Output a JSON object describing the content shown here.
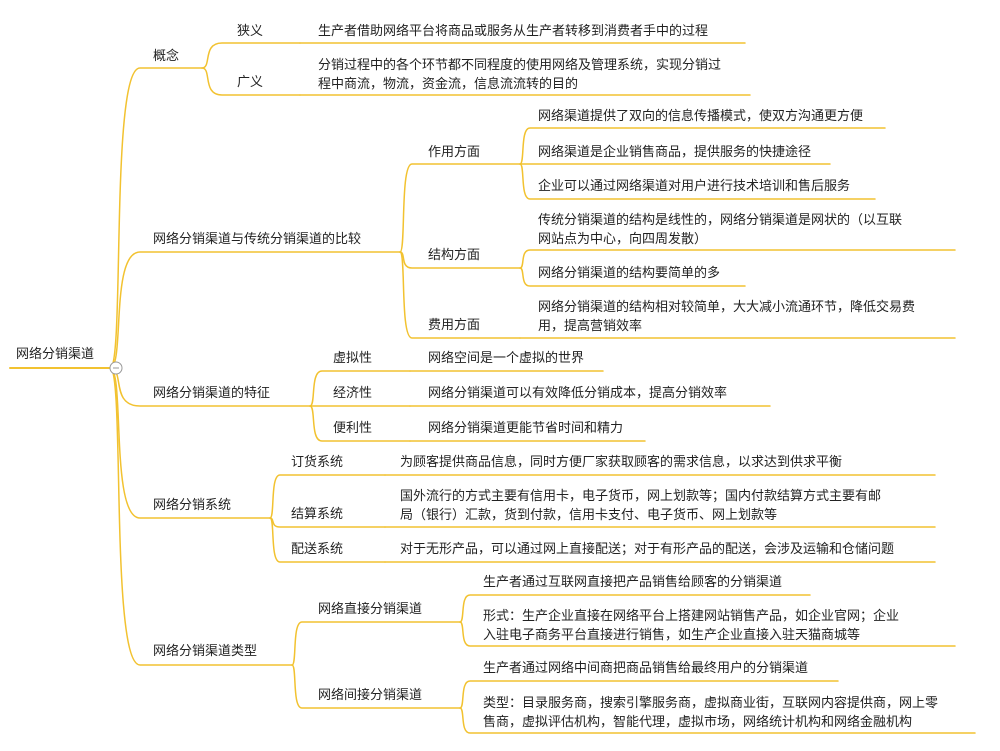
{
  "root": "网络分销渠道",
  "branches": [
    {
      "label": "概念",
      "children": [
        {
          "label": "狭义",
          "desc": [
            "生产者借助网络平台将商品或服务从生产者转移到消费者手中的过程"
          ]
        },
        {
          "label": "广义",
          "desc": [
            "分销过程中的各个环节都不同程度的使用网络及管理系统，实现分销过",
            "程中商流，物流，资金流，信息流流转的目的"
          ]
        }
      ]
    },
    {
      "label": "网络分销渠道与传统分销渠道的比较",
      "children": [
        {
          "label": "作用方面",
          "items": [
            [
              "网络渠道提供了双向的信息传播模式，使双方沟通更方便"
            ],
            [
              "网络渠道是企业销售商品，提供服务的快捷途径"
            ],
            [
              "企业可以通过网络渠道对用户进行技术培训和售后服务"
            ]
          ]
        },
        {
          "label": "结构方面",
          "items": [
            [
              "传统分销渠道的结构是线性的，网络分销渠道是网状的（以互联",
              "网站点为中心，向四周发散）"
            ],
            [
              "网络分销渠道的结构要简单的多"
            ]
          ]
        },
        {
          "label": "费用方面",
          "items": [
            [
              "网络分销渠道的结构相对较简单，大大减小流通环节，降低交易费",
              "用，提高营销效率"
            ]
          ]
        }
      ]
    },
    {
      "label": "网络分销渠道的特征",
      "children": [
        {
          "label": "虚拟性",
          "desc": [
            "网络空间是一个虚拟的世界"
          ]
        },
        {
          "label": "经济性",
          "desc": [
            "网络分销渠道可以有效降低分销成本，提高分销效率"
          ]
        },
        {
          "label": "便利性",
          "desc": [
            "网络分销渠道更能节省时间和精力"
          ]
        }
      ]
    },
    {
      "label": "网络分销系统",
      "children": [
        {
          "label": "订货系统",
          "desc": [
            "为顾客提供商品信息，同时方便厂家获取顾客的需求信息，以求达到供求平衡"
          ]
        },
        {
          "label": "结算系统",
          "desc": [
            "国外流行的方式主要有信用卡，电子货币，网上划款等；国内付款结算方式主要有邮",
            "局（银行）汇款，货到付款，信用卡支付、电子货币、网上划款等"
          ]
        },
        {
          "label": "配送系统",
          "desc": [
            "对于无形产品，可以通过网上直接配送；对于有形产品的配送，会涉及运输和仓储问题"
          ]
        }
      ]
    },
    {
      "label": "网络分销渠道类型",
      "children": [
        {
          "label": "网络直接分销渠道",
          "items": [
            [
              "生产者通过互联网直接把产品销售给顾客的分销渠道"
            ],
            [
              "形式：生产企业直接在网络平台上搭建网站销售产品，如企业官网；企业",
              "入驻电子商务平台直接进行销售，如生产企业直接入驻天猫商城等"
            ]
          ]
        },
        {
          "label": "网络间接分销渠道",
          "items": [
            [
              "生产者通过网络中间商把商品销售给最终用户的分销渠道"
            ],
            [
              "类型：目录服务商，搜索引擎服务商，虚拟商业街，互联网内容提供商，网上零",
              "售商，虚拟评估机构，智能代理，虚拟市场，网络统计机构和网络金融机构"
            ]
          ]
        }
      ]
    }
  ],
  "colors": {
    "line": "#F2C230",
    "text": "#222222",
    "collapse": "#999999"
  }
}
